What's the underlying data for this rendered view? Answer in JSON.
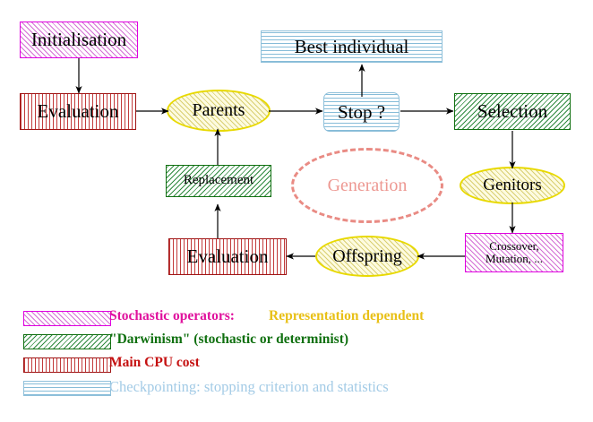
{
  "diagram": {
    "title": "Evolutionary algorithm cycle",
    "nodes": {
      "initialisation": {
        "label": "Initialisation",
        "shape": "rect",
        "fill": "stochastic-operators",
        "color": "#e000e0"
      },
      "evaluation_top": {
        "label": "Evaluation",
        "shape": "rect",
        "fill": "main-cpu-cost",
        "color": "#a01414"
      },
      "parents": {
        "label": "Parents",
        "shape": "ellipse",
        "fill": "representation-dependent",
        "color": "#e8d900"
      },
      "best_individual": {
        "label": "Best individual",
        "shape": "rect",
        "fill": "checkpointing",
        "color": "#8fc0da"
      },
      "stop": {
        "label": "Stop ?",
        "shape": "rounded-rect",
        "fill": "checkpointing",
        "color": "#8fc0da"
      },
      "selection": {
        "label": "Selection",
        "shape": "rect",
        "fill": "darwinism",
        "color": "#107010"
      },
      "genitors": {
        "label": "Genitors",
        "shape": "ellipse",
        "fill": "representation-dependent",
        "color": "#e8d900"
      },
      "crossover": {
        "label_line1": "Crossover,",
        "label_line2": "Mutation, ...",
        "shape": "rect",
        "fill": "stochastic-operators",
        "color": "#e000e0"
      },
      "offspring": {
        "label": "Offspring",
        "shape": "ellipse",
        "fill": "representation-dependent",
        "color": "#e8d900"
      },
      "evaluation_bottom": {
        "label": "Evaluation",
        "shape": "rect",
        "fill": "main-cpu-cost",
        "color": "#a01414"
      },
      "replacement": {
        "label": "Replacement",
        "shape": "rect",
        "fill": "darwinism",
        "color": "#107010"
      },
      "generation": {
        "label": "Generation",
        "shape": "dashed-ellipse",
        "color": "#ed9892"
      }
    },
    "edges": [
      {
        "from": "initialisation",
        "to": "evaluation_top"
      },
      {
        "from": "evaluation_top",
        "to": "parents"
      },
      {
        "from": "parents",
        "to": "stop"
      },
      {
        "from": "stop",
        "to": "best_individual"
      },
      {
        "from": "stop",
        "to": "selection"
      },
      {
        "from": "selection",
        "to": "genitors"
      },
      {
        "from": "genitors",
        "to": "crossover"
      },
      {
        "from": "crossover",
        "to": "offspring"
      },
      {
        "from": "offspring",
        "to": "evaluation_bottom"
      },
      {
        "from": "evaluation_bottom",
        "to": "replacement"
      },
      {
        "from": "replacement",
        "to": "parents"
      }
    ]
  },
  "legend": {
    "rows": [
      {
        "swatch": "hatch-magenta",
        "text": "Stochastic operators:",
        "text_color": "#e0119d",
        "extra": "Representation dependent",
        "extra_color": "#e8c017"
      },
      {
        "swatch": "hatch-green",
        "text": "\"Darwinism\" (stochastic or determinist)",
        "text_color": "#107010",
        "extra": "",
        "extra_color": ""
      },
      {
        "swatch": "hatch-red",
        "text": "Main CPU cost",
        "text_color": "#c51111",
        "extra": "",
        "extra_color": ""
      },
      {
        "swatch": "hatch-blue",
        "text": "Checkpointing: stopping criterion and statistics",
        "text_color": "#a3cbe6",
        "extra": "",
        "extra_color": ""
      }
    ]
  }
}
